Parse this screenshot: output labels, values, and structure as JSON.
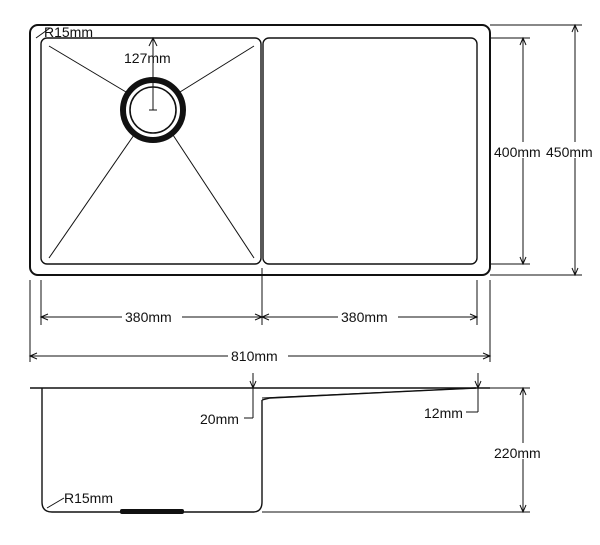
{
  "labels": {
    "corner_radius_top": "R15mm",
    "drain_diameter": "127mm",
    "bowl_width": "380mm",
    "drainboard_width": "380mm",
    "total_width": "810mm",
    "inner_depth": "400mm",
    "total_depth": "450mm",
    "rim_thickness": "20mm",
    "drainboard_thickness": "12mm",
    "bowl_height": "220mm",
    "corner_radius_bottom": "R15mm"
  }
}
